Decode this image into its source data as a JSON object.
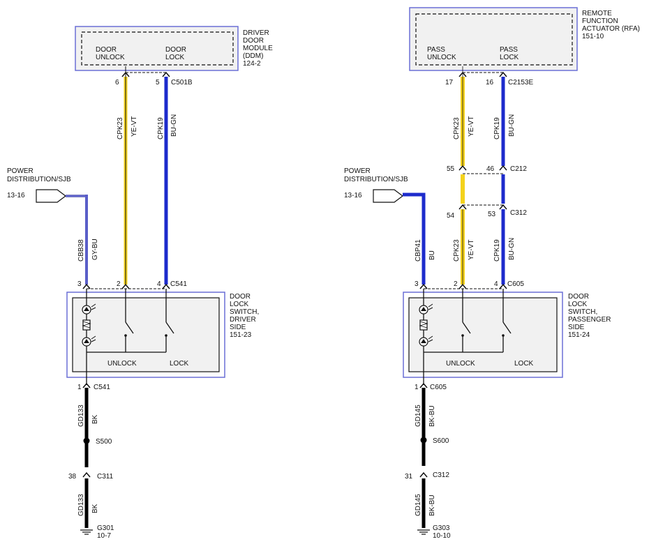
{
  "colors": {
    "module_border": "#6a6fd6",
    "module_fill": "#f1f1f1",
    "wire_yellow": "#f4d21c",
    "wire_blue": "#1d2bcc",
    "wire_gray_blue": "#5a5ec8",
    "wire_black": "#000000"
  },
  "left": {
    "ddm": {
      "label_lines": [
        "DRIVER",
        "DOOR",
        "MODULE",
        "(DDM)",
        "124-2"
      ],
      "unlock_lines": [
        "DOOR",
        "UNLOCK"
      ],
      "lock_lines": [
        "DOOR",
        "LOCK"
      ]
    },
    "top_connector": {
      "pin_unlock": "6",
      "pin_lock": "5",
      "name": "C501B"
    },
    "wire_unlock": {
      "circuit": "CPK23",
      "color": "YE-VT"
    },
    "wire_lock": {
      "circuit": "CPK19",
      "color": "BU-GN"
    },
    "power": {
      "lines": [
        "POWER",
        "DISTRIBUTION/SJB"
      ],
      "ref": "13-16"
    },
    "wire_power": {
      "circuit": "CBB38",
      "color": "GY-BU"
    },
    "switch_connector": {
      "pin_power": "3",
      "pin_unlock": "2",
      "pin_lock": "4",
      "name": "C541"
    },
    "switch": {
      "label_lines": [
        "DOOR",
        "LOCK",
        "SWITCH,",
        "DRIVER",
        "SIDE",
        "151-23"
      ],
      "unlock": "UNLOCK",
      "lock": "LOCK"
    },
    "ground_connector": {
      "pin": "1",
      "name": "C541"
    },
    "wire_ground1": {
      "circuit": "GD133",
      "color": "BK"
    },
    "splice": "S500",
    "conn2": {
      "pin": "38",
      "name": "C311"
    },
    "wire_ground2": {
      "circuit": "GD133",
      "color": "BK"
    },
    "ground": {
      "name": "G301",
      "ref": "10-7"
    }
  },
  "right": {
    "rfa": {
      "label_lines": [
        "REMOTE",
        "FUNCTION",
        "ACTUATOR (RFA)",
        "151-10"
      ],
      "unlock_lines": [
        "PASS",
        "UNLOCK"
      ],
      "lock_lines": [
        "PASS",
        "LOCK"
      ]
    },
    "top_connector": {
      "pin_unlock": "17",
      "pin_lock": "16",
      "name": "C2153E"
    },
    "wire_unlock": {
      "circuit": "CPK23",
      "color": "YE-VT"
    },
    "wire_lock": {
      "circuit": "CPK19",
      "color": "BU-GN"
    },
    "inline1": {
      "pin_unlock": "55",
      "pin_lock": "46",
      "name": "C212"
    },
    "inline2": {
      "pin_unlock": "54",
      "pin_lock": "53",
      "name": "C312"
    },
    "wire_unlock2": {
      "circuit": "CPK23",
      "color": "YE-VT"
    },
    "wire_lock2": {
      "circuit": "CPK19",
      "color": "BU-GN"
    },
    "power": {
      "lines": [
        "POWER",
        "DISTRIBUTION/SJB"
      ],
      "ref": "13-16"
    },
    "wire_power": {
      "circuit": "CBP41",
      "color": "BU"
    },
    "switch_connector": {
      "pin_power": "3",
      "pin_unlock": "2",
      "pin_lock": "4",
      "name": "C605"
    },
    "switch": {
      "label_lines": [
        "DOOR",
        "LOCK",
        "SWITCH,",
        "PASSENGER",
        "SIDE",
        "151-24"
      ],
      "unlock": "UNLOCK",
      "lock": "LOCK"
    },
    "ground_connector": {
      "pin": "1",
      "name": "C605"
    },
    "wire_ground1": {
      "circuit": "GD145",
      "color": "BK-BU"
    },
    "splice": "S600",
    "conn2": {
      "pin": "31",
      "name": "C312"
    },
    "wire_ground2": {
      "circuit": "GD145",
      "color": "BK-BU"
    },
    "ground": {
      "name": "G303",
      "ref": "10-10"
    }
  }
}
